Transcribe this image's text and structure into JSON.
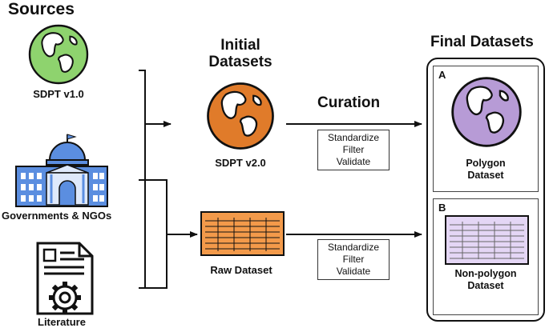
{
  "sources": {
    "title": "Sources",
    "items": [
      {
        "label": "SDPT v1.0",
        "icon": "globe-icon",
        "color": "#8ed36e"
      },
      {
        "label": "Governments & NGOs",
        "icon": "government-building-icon",
        "color": "#5b8ee0"
      },
      {
        "label": "Literature",
        "icon": "document-gear-icon",
        "color": "#ffffff"
      }
    ]
  },
  "initial": {
    "title_line1": "Initial",
    "title_line2": "Datasets",
    "items": [
      {
        "label": "SDPT v2.0",
        "icon": "globe-icon",
        "color": "#e07b2a"
      },
      {
        "label": "Raw Dataset",
        "icon": "table-icon",
        "color": "#f39a4a"
      }
    ]
  },
  "curation": {
    "title": "Curation",
    "steps_top": [
      "Standardize",
      "Filter",
      "Validate"
    ],
    "steps_bottom": [
      "Standardize",
      "Filter",
      "Validate"
    ]
  },
  "final": {
    "title": "Final Datasets",
    "a": {
      "letter": "A",
      "line1": "Polygon",
      "line2": "Dataset",
      "icon": "globe-icon",
      "color": "#b79bd6"
    },
    "b": {
      "letter": "B",
      "line1": "Non-polygon",
      "line2": "Dataset",
      "icon": "table-icon",
      "color": "#e4d6f5"
    }
  }
}
